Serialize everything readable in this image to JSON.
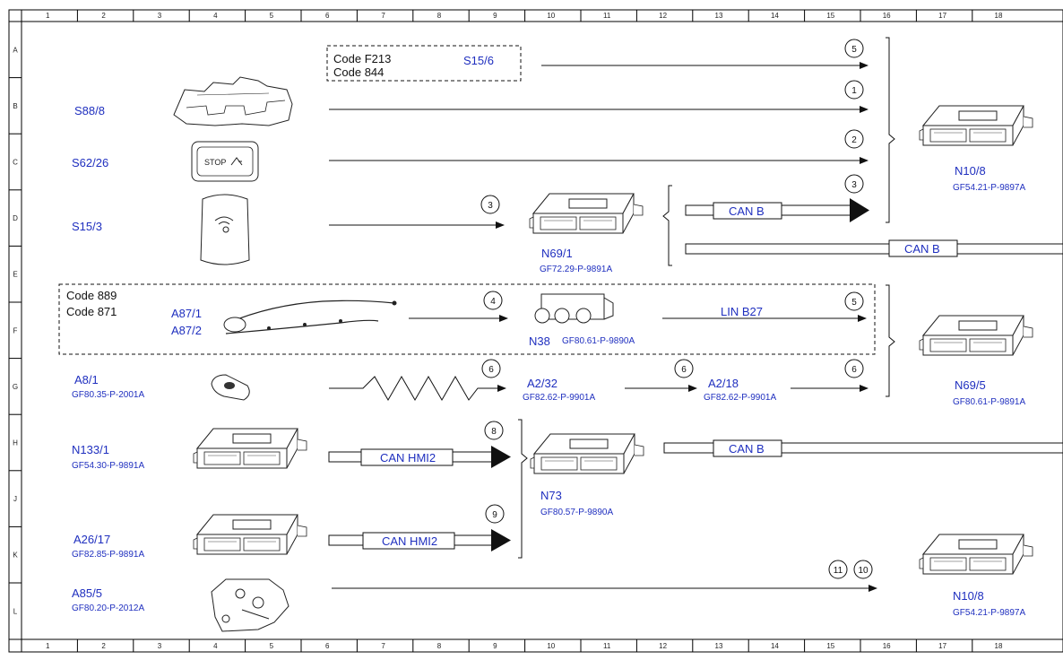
{
  "ruler": {
    "columns": [
      "1",
      "2",
      "3",
      "4",
      "5",
      "6",
      "7",
      "8",
      "9",
      "10",
      "11",
      "12",
      "13",
      "14",
      "15",
      "16",
      "17",
      "18"
    ],
    "rows": [
      "A",
      "B",
      "C",
      "D",
      "E",
      "F",
      "G",
      "H",
      "J",
      "K",
      "L"
    ]
  },
  "labels": {
    "s88_8": "S88/8",
    "s62_26": "S62/26",
    "s15_3": "S15/3",
    "s15_6": "S15/6",
    "a87_1": "A87/1",
    "a87_2": "A87/2",
    "a8_1": "A8/1",
    "a8_1_ref": "GF80.35-P-2001A",
    "n133_1": "N133/1",
    "n133_1_ref": "GF54.30-P-9891A",
    "a26_17": "A26/17",
    "a26_17_ref": "GF82.85-P-9891A",
    "a85_5": "A85/5",
    "a85_5_ref": "GF80.20-P-2012A",
    "n69_1": "N69/1",
    "n69_1_ref": "GF72.29-P-9891A",
    "n38": "N38",
    "n38_ref": "GF80.61-P-9890A",
    "a2_32": "A2/32",
    "a2_32_ref": "GF82.62-P-9901A",
    "a2_18": "A2/18",
    "a2_18_ref": "GF82.62-P-9901A",
    "n73": "N73",
    "n73_ref": "GF80.57-P-9890A",
    "n10_8_top": "N10/8",
    "n10_8_top_ref": "GF54.21-P-9897A",
    "n69_5": "N69/5",
    "n69_5_ref": "GF80.61-P-9891A",
    "n10_8_bottom": "N10/8",
    "n10_8_bottom_ref": "GF54.21-P-9897A"
  },
  "codes": {
    "f213": "Code F213",
    "c844": "Code 844",
    "c889": "Code 889",
    "c871": "Code 871"
  },
  "buses": {
    "can_b_1": "CAN B",
    "can_b_2": "CAN B",
    "can_b_3": "CAN B",
    "lin_b27": "LIN B27",
    "can_hmi2_1": "CAN HMI2",
    "can_hmi2_2": "CAN HMI2"
  },
  "markers": {
    "m5a": "5",
    "m1": "1",
    "m2": "2",
    "m3a": "3",
    "m3b": "3",
    "m4": "4",
    "m5b": "5",
    "m6a": "6",
    "m6b": "6",
    "m6c": "6",
    "m8": "8",
    "m9": "9",
    "m11": "11",
    "m10": "10"
  },
  "switch_text": "STOP",
  "colors": {
    "label": "#1f2fbf",
    "line": "#111111"
  }
}
